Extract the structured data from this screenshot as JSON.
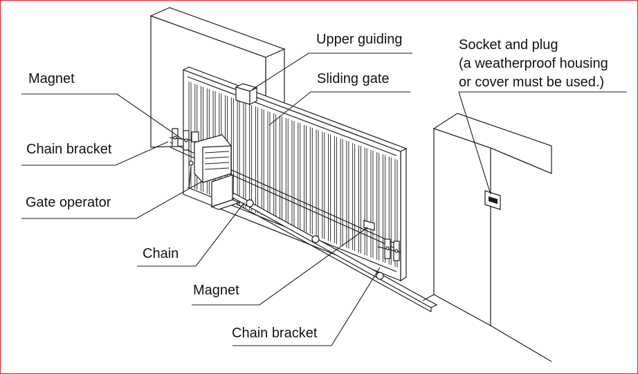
{
  "labels": {
    "magnet_left": "Magnet",
    "chain_bracket_left": "Chain bracket",
    "gate_operator": "Gate operator",
    "chain": "Chain",
    "magnet_bottom": "Magnet",
    "chain_bracket_bottom": "Chain bracket",
    "upper_guiding": "Upper guiding",
    "sliding_gate": "Sliding gate",
    "socket_line1": "Socket and plug",
    "socket_line2": "(a weatherproof housing",
    "socket_line3": "or cover must be used.)"
  },
  "colors": {
    "border": "#d9191f",
    "line": "#1a1a1a",
    "background": "#ffffff"
  }
}
